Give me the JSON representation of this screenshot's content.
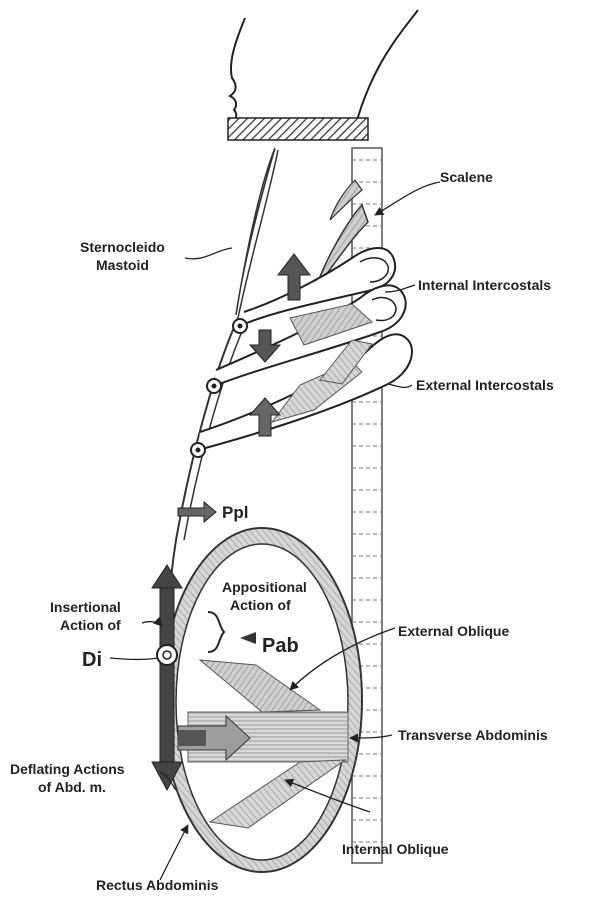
{
  "labels": {
    "scalene": "Scalene",
    "sternocleido_1": "Sternocleido",
    "sternocleido_2": "Mastoid",
    "internal_intercostals": "Internal Intercostals",
    "external_intercostals": "External Intercostals",
    "ppl": "Ppl",
    "insertional_1": "Insertional",
    "insertional_2": "Action of",
    "di": "Di",
    "appositional_1": "Appositional",
    "appositional_2": "Action of",
    "pab": "Pab",
    "external_oblique": "External Oblique",
    "transverse_abdominis": "Transverse Abdominis",
    "deflating_1": "Deflating Actions",
    "deflating_2": "of Abd. m.",
    "internal_oblique": "Internal Oblique",
    "rectus_abdominis": "Rectus Abdominis"
  },
  "colors": {
    "ink": "#222222",
    "arrow": "#444444",
    "muscle_fill": "#bdbdbd",
    "muscle_dark": "#8c8c8c",
    "transverse_arrow": "#a8a8a8"
  }
}
